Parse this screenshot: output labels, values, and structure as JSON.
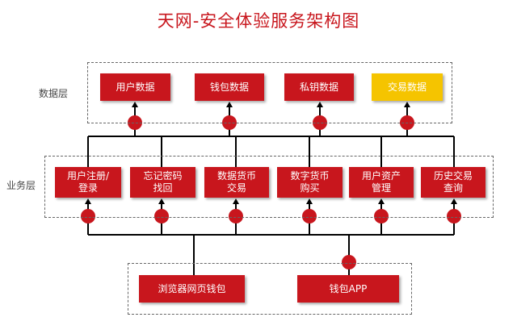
{
  "title": "天网-安全体验服务架构图",
  "layers": {
    "data": "数据层",
    "business": "业务层"
  },
  "data_layer": [
    "用户数据",
    "钱包数据",
    "私钥数据",
    "交易数据"
  ],
  "business_layer": [
    "用户注册/\n登录",
    "忘记密码\n找回",
    "数据货币\n交易",
    "数字货币\n购买",
    "用户资产\n管理",
    "历史交易\n查询"
  ],
  "client_layer": [
    "浏览器网页钱包",
    "钱包APP"
  ],
  "colors": {
    "red": "#c8161d",
    "gold": "#f5c400",
    "line": "#000000",
    "dashed_border": "#666666"
  }
}
